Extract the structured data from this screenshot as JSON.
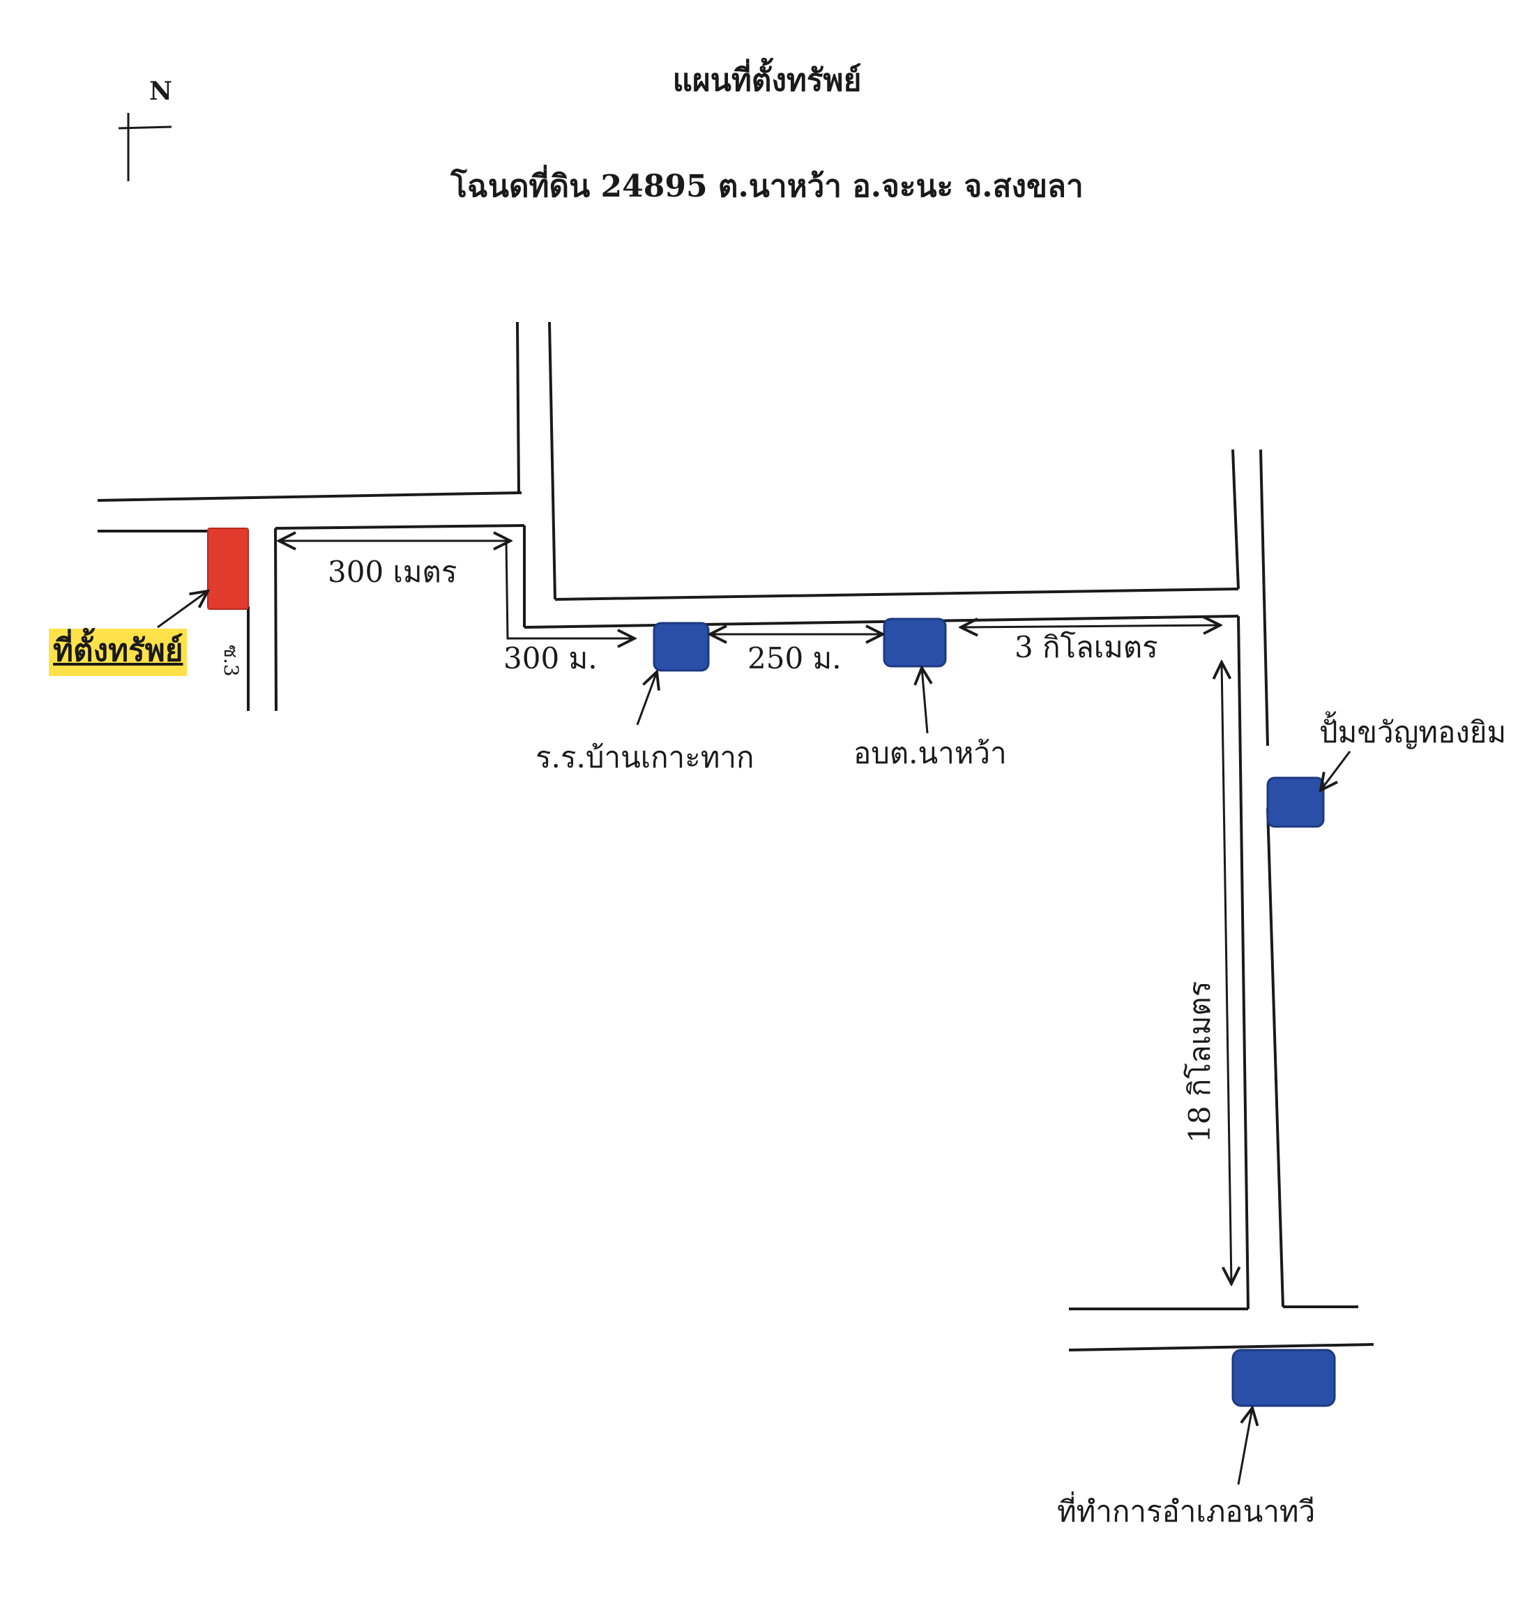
{
  "map": {
    "title": "แผนที่ตั้งทรัพย์",
    "subtitle": "โฉนดที่ดิน 24895 ต.นาหว้า อ.จะนะ จ.สงขลา",
    "north_label": "N",
    "colors": {
      "property": "#e13b2d",
      "landmark": "#2a4fa8",
      "highlight": "#ffe24a",
      "line": "#1a1a1a"
    }
  },
  "landmarks": {
    "property": "ที่ตั้งทรัพย์",
    "soi": "ซ.3",
    "school": "ร.ร.บ้านเกาะทาก",
    "sao": "อบต.นาหว้า",
    "gas_station": "ปั้มขวัญทองยิม",
    "district_office": "ที่ทำการอำเภอนาทวี"
  },
  "distances": {
    "d1": "300  เมตร",
    "d2": "300 ม.",
    "d3": "250 ม.",
    "d4": "3  กิโลเมตร",
    "d5": "18  กิโลเมตร"
  }
}
